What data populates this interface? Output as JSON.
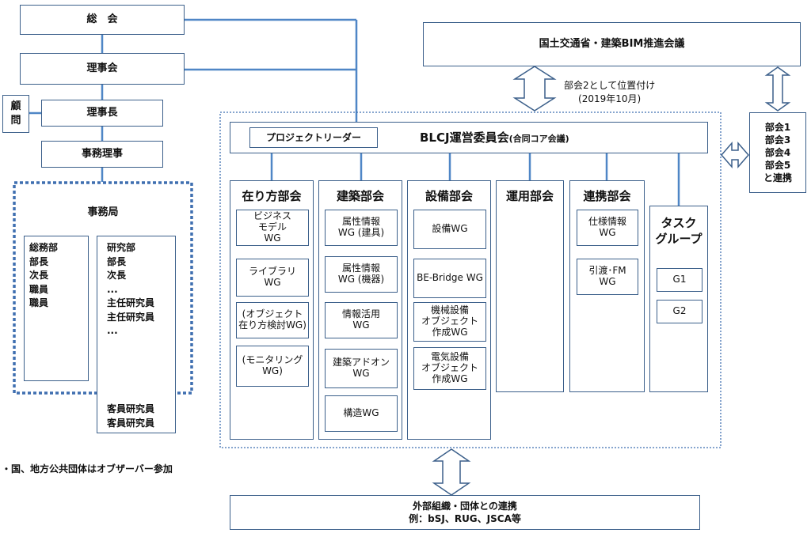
{
  "sokai": "総　会",
  "rijikai": "理事会",
  "rijicho": "理事長",
  "komon": "顧\n問",
  "jimu_riji": "事務理事",
  "jimukyoku": {
    "title": "事務局",
    "left_members": "総務部\n部長\n次長\n職員\n職員",
    "right_members": "研究部\n部長\n次長\n...\n主任研究員\n主任研究員\n...",
    "guest": "客員研究員\n客員研究員"
  },
  "mlit": "国土交通省・建築BIM推進会議",
  "bukai_note_1": "部会2として位置付け",
  "bukai_note_2": "(2019年10月)",
  "bukai_link": "部会1\n部会3\n部会4\n部会5\nと連携",
  "project_leader": "プロジェクトリーダー",
  "committee": "BLCJ運営委員会",
  "committee_sub": "(合同コア会議)",
  "columns": [
    {
      "title": "在り方部会",
      "wgs": [
        "ビジネス\nモデル\nWG",
        "ライブラリ\nWG",
        "(オブジェクト\n在り方検討WG)",
        "(モニタリング\nWG)"
      ]
    },
    {
      "title": "建築部会",
      "wgs": [
        "属性情報\nWG (建具)",
        "属性情報\nWG (機器)",
        "情報活用\nWG",
        "建築アドオン\nWG",
        "構造WG"
      ]
    },
    {
      "title": "設備部会",
      "wgs": [
        "設備WG",
        "BE-Bridge WG",
        "機械設備\nオブジェクト\n作成WG",
        "電気設備\nオブジェクト\n作成WG"
      ]
    },
    {
      "title": "運用部会",
      "wgs": []
    },
    {
      "title": "連携部会",
      "wgs": [
        "仕様情報\nWG",
        "引渡･FM\nWG"
      ]
    }
  ],
  "task_group": {
    "title": "タスク\nグループ",
    "items": [
      "G1",
      "G2"
    ]
  },
  "observer_note": "・国、地方公共団体はオブザーバー参加",
  "external": {
    "title": "外部組織・団体との連携",
    "example": "例：bSJ、RUG、JSCA等"
  },
  "colors": {
    "line": "#4f86c6",
    "border": "#3b5f8a",
    "dotted": "#3f6fb0"
  }
}
